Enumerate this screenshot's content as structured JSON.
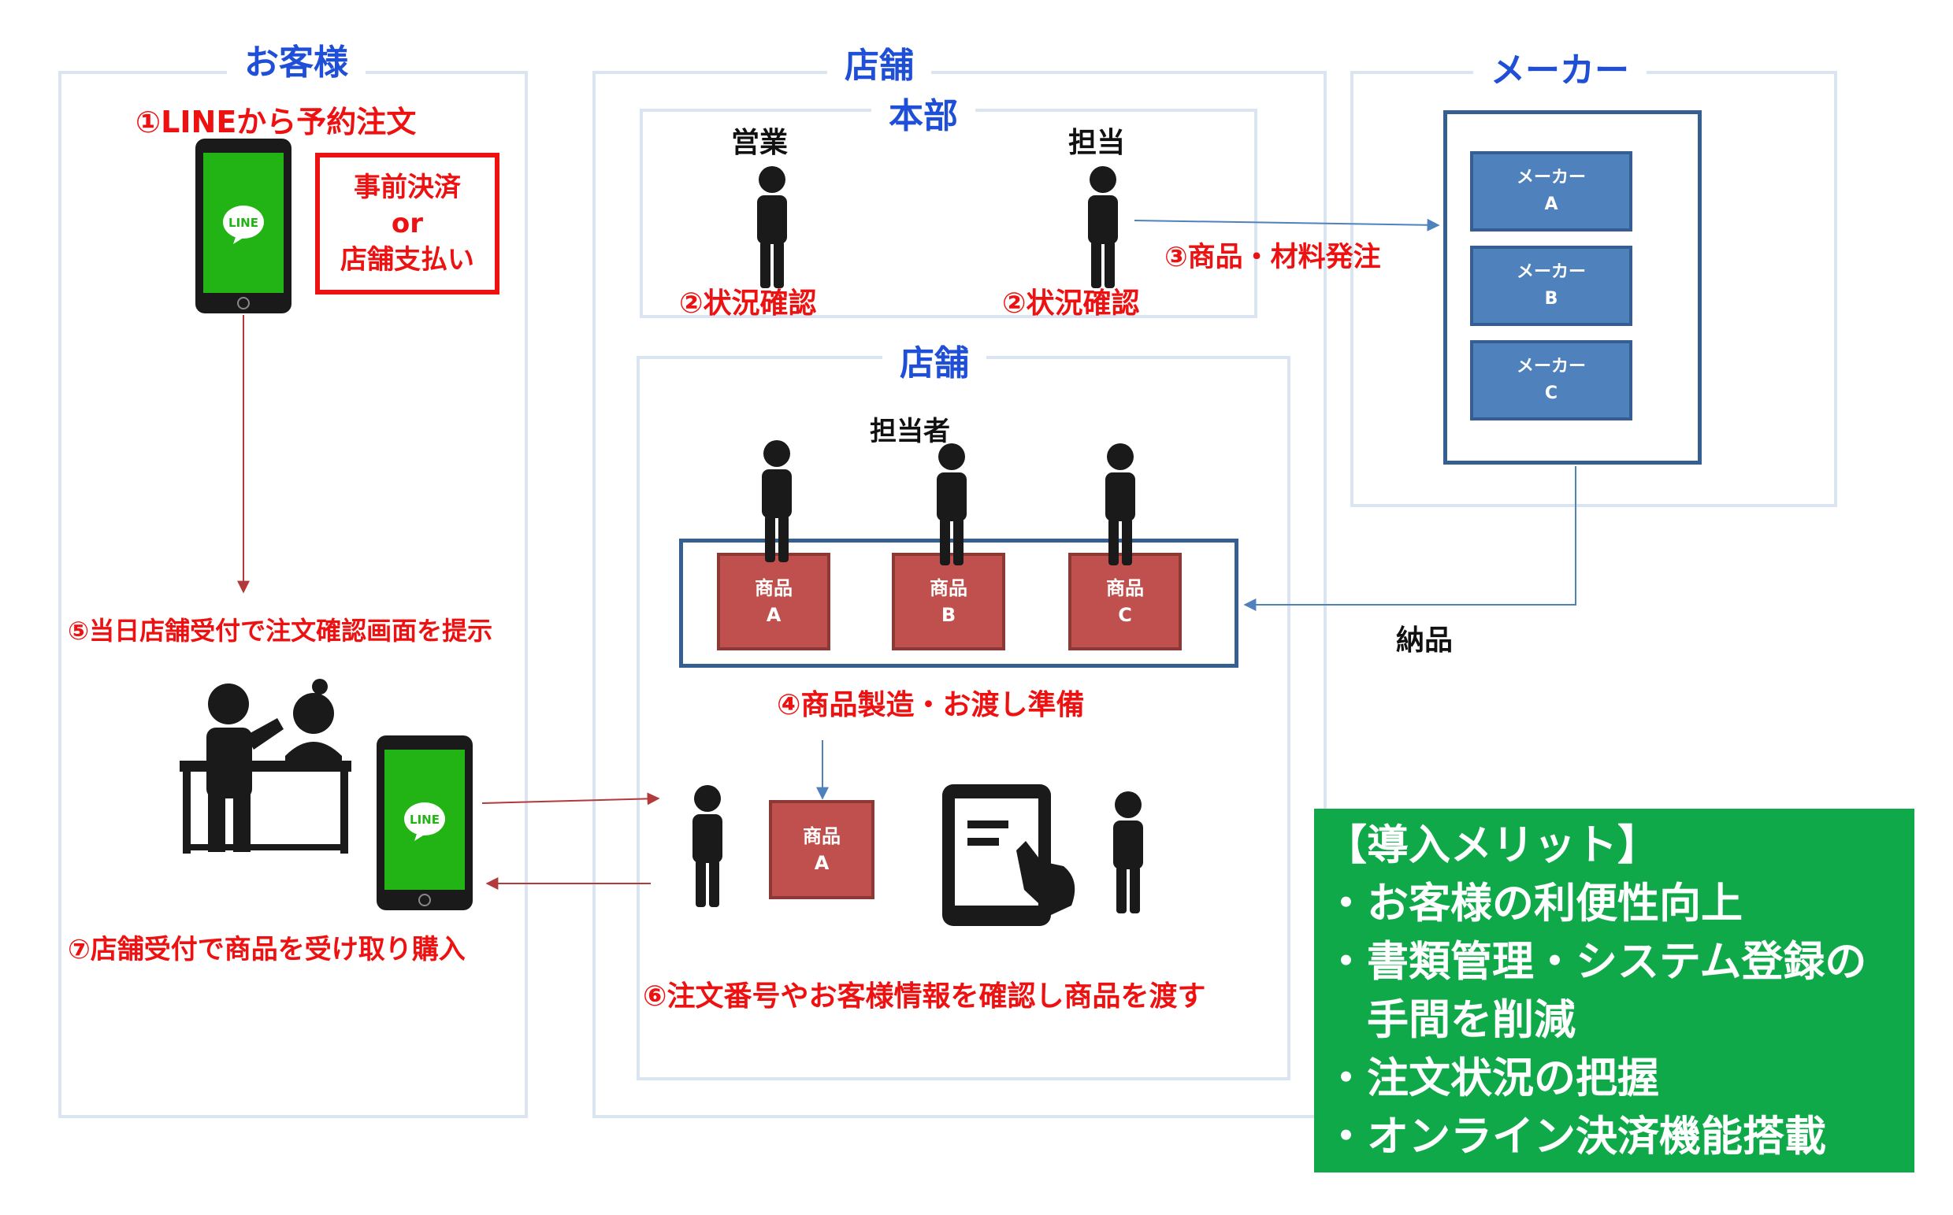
{
  "sections": {
    "customer": "お客様",
    "store": "店舗",
    "hq": "本部",
    "store_inner": "店舗",
    "maker": "メーカー"
  },
  "customer": {
    "step1": "①LINEから予約注文",
    "payment_line1": "事前決済",
    "payment_line2": "or",
    "payment_line3": "店舗支払い",
    "step5": "⑤当日店舗受付で注文確認画面を提示",
    "step7": "⑦店舗受付で商品を受け取り購入",
    "line_logo": "LINE"
  },
  "hq": {
    "sales": "営業",
    "staff": "担当",
    "check_sales": "②状況確認",
    "check_staff": "②状況確認",
    "order": "③商品・材料発注"
  },
  "makers": [
    {
      "line1": "メーカー",
      "line2": "A"
    },
    {
      "line1": "メーカー",
      "line2": "B"
    },
    {
      "line1": "メーカー",
      "line2": "C"
    }
  ],
  "store": {
    "staff_label": "担当者",
    "products": [
      {
        "line1": "商品",
        "line2": "A"
      },
      {
        "line1": "商品",
        "line2": "B"
      },
      {
        "line1": "商品",
        "line2": "C"
      }
    ],
    "step4": "④商品製造・お渡し準備",
    "handover_product": {
      "line1": "商品",
      "line2": "A"
    },
    "step6": "⑥注文番号やお客様情報を確認し商品を渡す",
    "delivery": "納品"
  },
  "merits": {
    "title": "【導入メリット】",
    "items": [
      "・お客様の利便性向上",
      "・書類管理・システム登録の",
      "　手間を削減",
      "・注文状況の把握",
      "・オンライン決済機能搭載"
    ]
  },
  "colors": {
    "title_blue": "#1f4fd6",
    "red": "#ee1111",
    "maker_blue": "#4f81bd",
    "product_red": "#c0504d",
    "merit_green": "#0fa94a",
    "line_green": "#22b314"
  }
}
